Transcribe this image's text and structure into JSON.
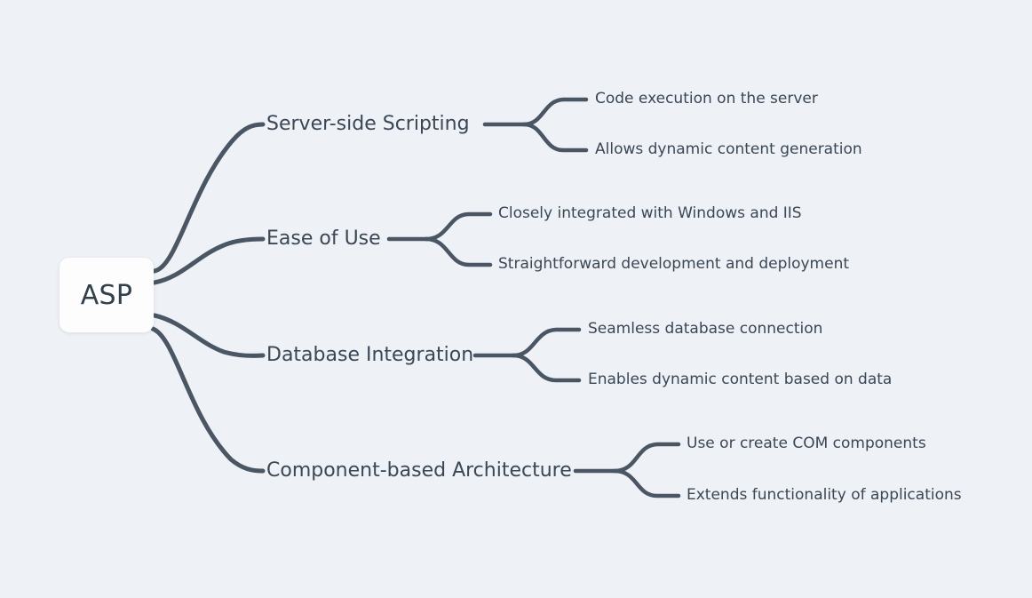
{
  "canvas": {
    "background_color": "#eef1f6",
    "line_color": "#4a5663",
    "text_color": "#3a4754",
    "root_box_color": "#fdfdfd"
  },
  "root": {
    "label": "ASP"
  },
  "branches": [
    {
      "label": "Server-side Scripting",
      "leaves": [
        {
          "label": "Code execution on the server"
        },
        {
          "label": "Allows dynamic content generation"
        }
      ]
    },
    {
      "label": "Ease of Use",
      "leaves": [
        {
          "label": "Closely integrated with Windows and IIS"
        },
        {
          "label": "Straightforward development and deployment"
        }
      ]
    },
    {
      "label": "Database Integration",
      "leaves": [
        {
          "label": "Seamless database connection"
        },
        {
          "label": "Enables dynamic content based on data"
        }
      ]
    },
    {
      "label": "Component-based Architecture",
      "leaves": [
        {
          "label": "Use or create COM components"
        },
        {
          "label": "Extends functionality of applications"
        }
      ]
    }
  ]
}
